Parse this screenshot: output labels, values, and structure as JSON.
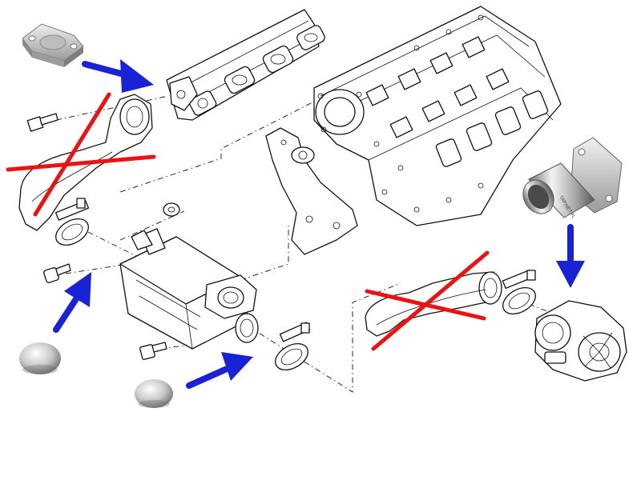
{
  "diagram": {
    "parts": [
      "exhaust-manifold",
      "cylinder-head",
      "egr-cooler",
      "egr-pipe-upper",
      "egr-pipe-lower",
      "egr-valve",
      "mounting-bracket",
      "hose-clamp",
      "bolt",
      "washer"
    ],
    "sticker_text": "TAP.NET.PL"
  },
  "colors": {
    "arrow": "#1a22d6",
    "cross": "#ee1111",
    "line": "#111111",
    "metal_dark": "#7a7a7a",
    "metal_light": "#e6e6e6"
  },
  "icons": [
    "blanking-plate-icon",
    "blanking-plug-icon",
    "egr-bypass-tube-icon"
  ]
}
